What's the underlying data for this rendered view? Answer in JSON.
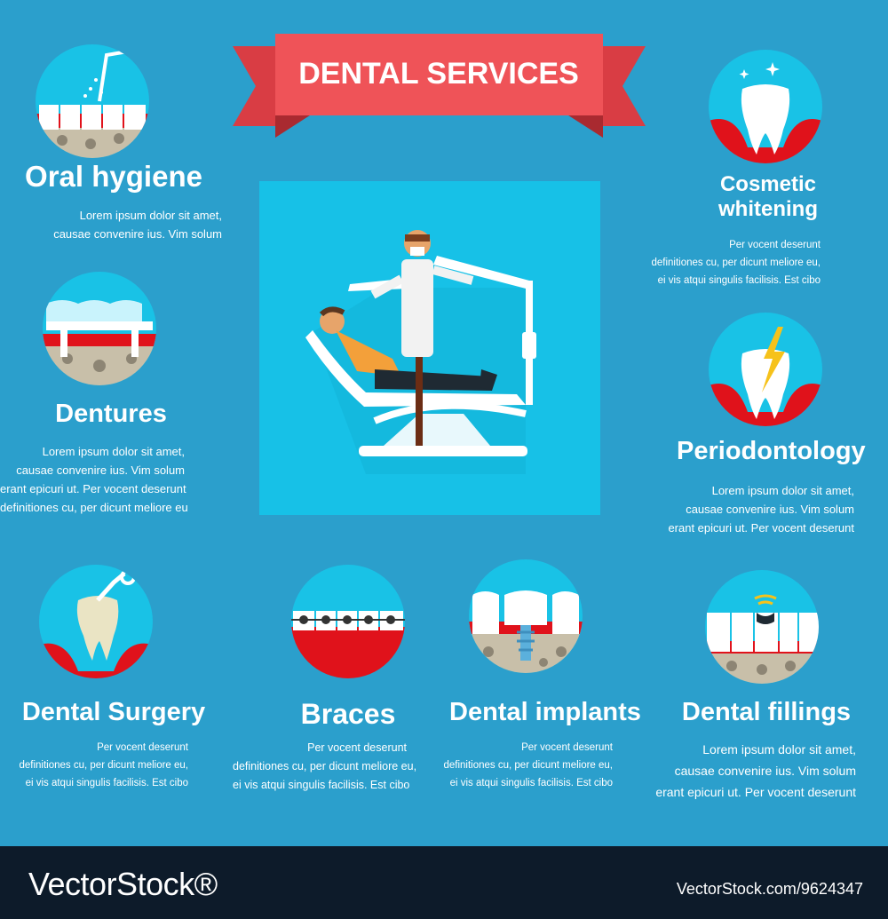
{
  "header": {
    "title": "DENTAL SERVICES"
  },
  "services": {
    "oral_hygiene": {
      "title": "Oral hygiene",
      "lines": [
        "Lorem ipsum dolor sit amet,",
        "causae convenire ius. Vim solum"
      ]
    },
    "dentures": {
      "title": "Dentures",
      "lines": [
        "Lorem ipsum dolor sit amet,",
        "causae convenire ius. Vim solum",
        "erant epicuri ut. Per vocent deserunt",
        "definitiones cu, per dicunt meliore eu"
      ]
    },
    "cosmetic_whitening": {
      "title_line1": "Cosmetic",
      "title_line2": "whitening",
      "lines": [
        "Per vocent deserunt",
        "definitiones cu, per dicunt meliore eu,",
        "ei vis atqui singulis facilisis. Est cibo"
      ]
    },
    "periodontology": {
      "title": "Periodontology",
      "lines": [
        "Lorem ipsum dolor sit amet,",
        "causae convenire ius. Vim solum",
        "erant epicuri ut. Per vocent deserunt"
      ]
    },
    "dental_surgery": {
      "title": "Dental Surgery",
      "lines": [
        "Per vocent deserunt",
        "definitiones cu, per dicunt meliore eu,",
        "ei vis atqui singulis facilisis. Est cibo"
      ]
    },
    "braces": {
      "title": "Braces",
      "lines": [
        "Per vocent deserunt",
        "definitiones cu, per dicunt meliore eu,",
        "ei vis atqui singulis facilisis. Est cibo"
      ]
    },
    "dental_implants": {
      "title": "Dental implants",
      "lines": [
        "Per vocent deserunt",
        "definitiones cu, per dicunt meliore eu,",
        "ei vis atqui singulis facilisis. Est cibo"
      ]
    },
    "dental_fillings": {
      "title": "Dental fillings",
      "lines": [
        "Lorem ipsum dolor sit amet,",
        "causae convenire ius. Vim solum",
        "erant epicuri ut. Per vocent deserunt"
      ]
    }
  },
  "footer": {
    "brand": "VectorStock®",
    "image_id": "VectorStock.com/9624347"
  },
  "colors": {
    "background": "#2b9fcc",
    "ribbon": "#ef5358",
    "circle": "#19c2e6",
    "gum": "#e0121b",
    "footer": "#0d1b2a"
  },
  "icons": [
    "water-jet-icon",
    "dentures-icon",
    "whitening-tooth-icon",
    "toothache-icon",
    "extraction-icon",
    "braces-icon",
    "implant-icon",
    "filling-icon",
    "dentist-chair-illustration"
  ]
}
